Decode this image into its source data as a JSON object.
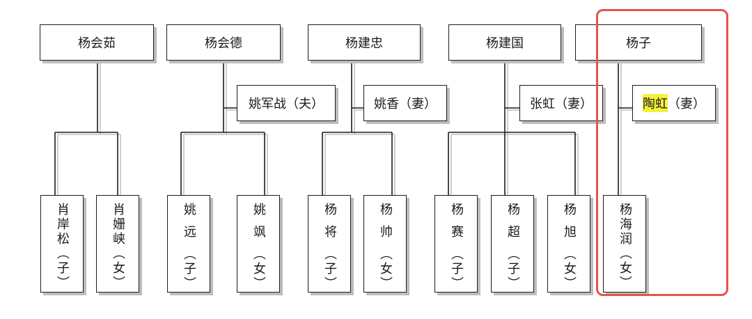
{
  "families": [
    {
      "parent": "杨会茹",
      "spouse": null,
      "children": [
        {
          "name": "肖岸松",
          "role": "（子）"
        },
        {
          "name": "肖姗峡",
          "role": "（女）"
        }
      ]
    },
    {
      "parent": "杨会德",
      "spouse": {
        "name": "姚军战",
        "role": "（夫）"
      },
      "children": [
        {
          "name": "姚远",
          "role": "（子）"
        },
        {
          "name": "姚飒",
          "role": "（女）"
        }
      ]
    },
    {
      "parent": "杨建忠",
      "spouse": {
        "name": "姚香",
        "role": "（妻）"
      },
      "children": [
        {
          "name": "杨将",
          "role": "（子）"
        },
        {
          "name": "杨帅",
          "role": "（女）"
        }
      ]
    },
    {
      "parent": "杨建国",
      "spouse": {
        "name": "张虹",
        "role": "（妻）"
      },
      "children": [
        {
          "name": "杨赛",
          "role": "（子）"
        },
        {
          "name": "杨超",
          "role": "（子）"
        },
        {
          "name": "杨旭",
          "role": "（女）"
        }
      ]
    },
    {
      "parent": "杨子",
      "spouse": {
        "name": "陶虹",
        "role": "（妻）",
        "highlighted": true
      },
      "children": [
        {
          "name": "杨海润",
          "role": "（女）"
        }
      ]
    }
  ],
  "colors": {
    "line": "#1a1a1a",
    "shadow": "#bdbdbd",
    "highlight_text_bg": "#f6f23a",
    "highlight_frame": "#e5534b"
  }
}
